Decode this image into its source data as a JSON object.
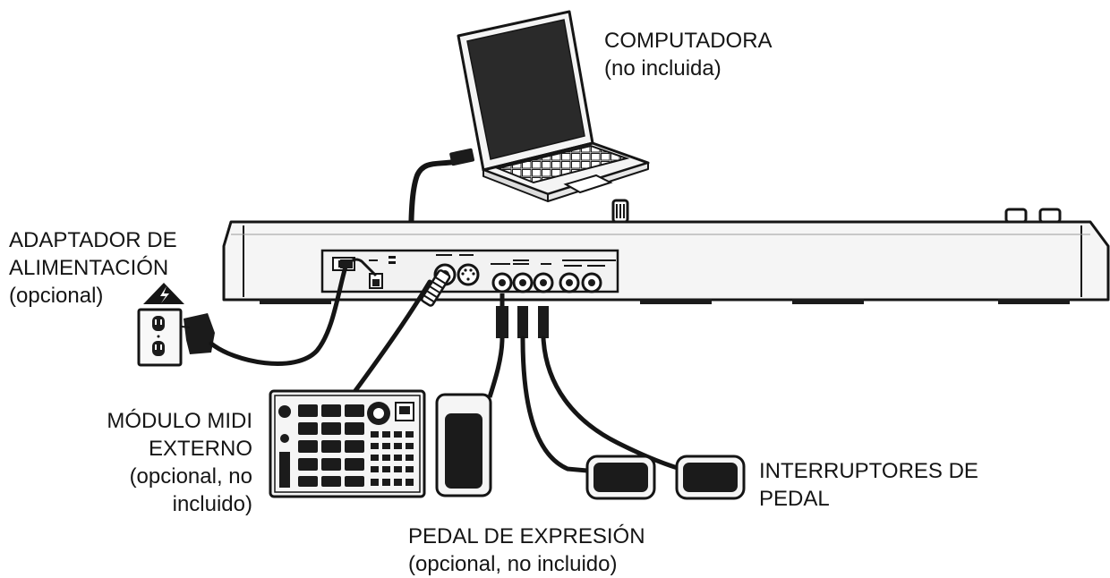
{
  "labels": {
    "computer": {
      "line1": "COMPUTADORA",
      "line2": "(no incluida)"
    },
    "adapter": {
      "line1": "ADAPTADOR DE",
      "line2": "ALIMENTACIÓN",
      "line3": "(opcional)"
    },
    "midi_module": {
      "line1": "MÓDULO MIDI",
      "line2": "EXTERNO",
      "line3": "(opcional, no",
      "line4": "incluido)"
    },
    "pedal_switches": {
      "line1": "INTERRUPTORES DE",
      "line2": "PEDAL"
    },
    "expression_pedal": {
      "line1": "PEDAL DE EXPRESIÓN",
      "line2": "(opcional, no incluido)"
    }
  },
  "colors": {
    "ink": "#151515",
    "panel": "#f2f2f2",
    "dark": "#1b1b1b",
    "screen": "#2a2a2a"
  }
}
